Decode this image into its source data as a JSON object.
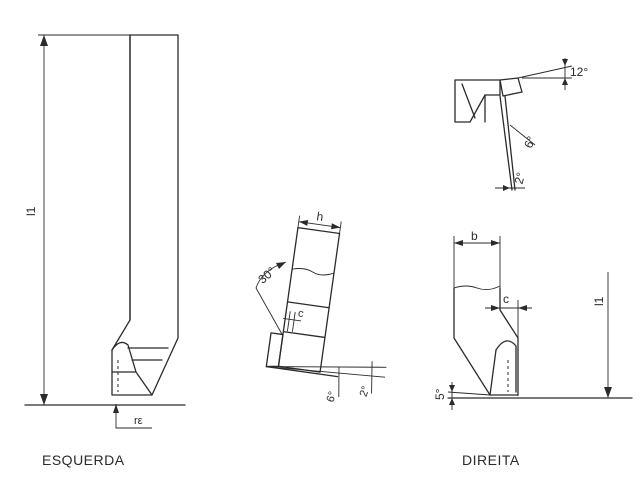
{
  "captions": {
    "left": "ESQUERDA",
    "right": "DIREITA"
  },
  "labels": {
    "l1_left": "l1",
    "r_e": "rε",
    "h": "h",
    "angle_30": "30°",
    "c_mid": "c",
    "angle_6_mid": "6°",
    "angle_2_mid": "2°",
    "angle_12": "12°",
    "angle_6_top": "6°",
    "angle_2_top": "2°",
    "b": "b",
    "c_right": "c",
    "l1_right": "l1",
    "angle_5": "5°"
  }
}
